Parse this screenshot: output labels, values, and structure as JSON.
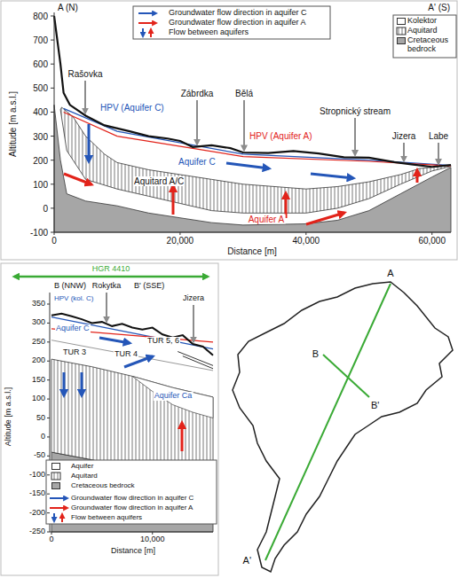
{
  "diagram": {
    "labels": [
      "A (N)",
      "A' (S)",
      "Rašovka",
      "Zábrdka",
      "Bělá",
      "Stropnický stream",
      "Jizera",
      "Labe",
      "HPV (Aquifer C)",
      "HPV (Aquifer A)",
      "Aquifer C",
      "Aquitard A/C",
      "Aquifer A",
      "800",
      "700",
      "600",
      "500",
      "400",
      "300",
      "200",
      "100",
      "0",
      "-100",
      "Altitude [m a.s.l.]",
      "0",
      "20,000",
      "40,000",
      "60,000",
      "Distance [m]",
      "HGR 4410",
      "B (NNW)",
      "Rokytka",
      "B' (SSE)",
      "Jizera",
      "HPV (kol. C)",
      "Aquifer C",
      "TUR 3",
      "TUR 4",
      "TUR 5, 6",
      "Aquifer Ca",
      "350",
      "300",
      "250",
      "200",
      "150",
      "100",
      "50",
      "0",
      "-50",
      "-100",
      "-150",
      "-200",
      "-250",
      "Altitude [m a.s.l.]",
      "0",
      "10,000",
      "Distance [m]",
      "A",
      "B",
      "B'",
      "A'"
    ],
    "legend": [
      {
        "text": "Groundwater flow direction in aquifer C"
      },
      {
        "text": "Groundwater flow direction in aquifer A"
      },
      {
        "text": "Flow between aquifers"
      },
      {
        "text": "Kolektor",
        "color": "#ffffff"
      },
      {
        "text": "Aquitard"
      },
      {
        "text": "Cretaceous bedrock",
        "color": "#a6a6a6"
      },
      {
        "text": "Aquifer",
        "color": "#ffffff"
      },
      {
        "text": "Aquitard"
      },
      {
        "text": "Cretaceous bedrock",
        "color": "#a6a6a6"
      },
      {
        "text": "Groundwater flow direction in aquifer C"
      },
      {
        "text": "Groundwater flow direction in aquifer A"
      },
      {
        "text": "Flow between aquifers"
      }
    ]
  }
}
